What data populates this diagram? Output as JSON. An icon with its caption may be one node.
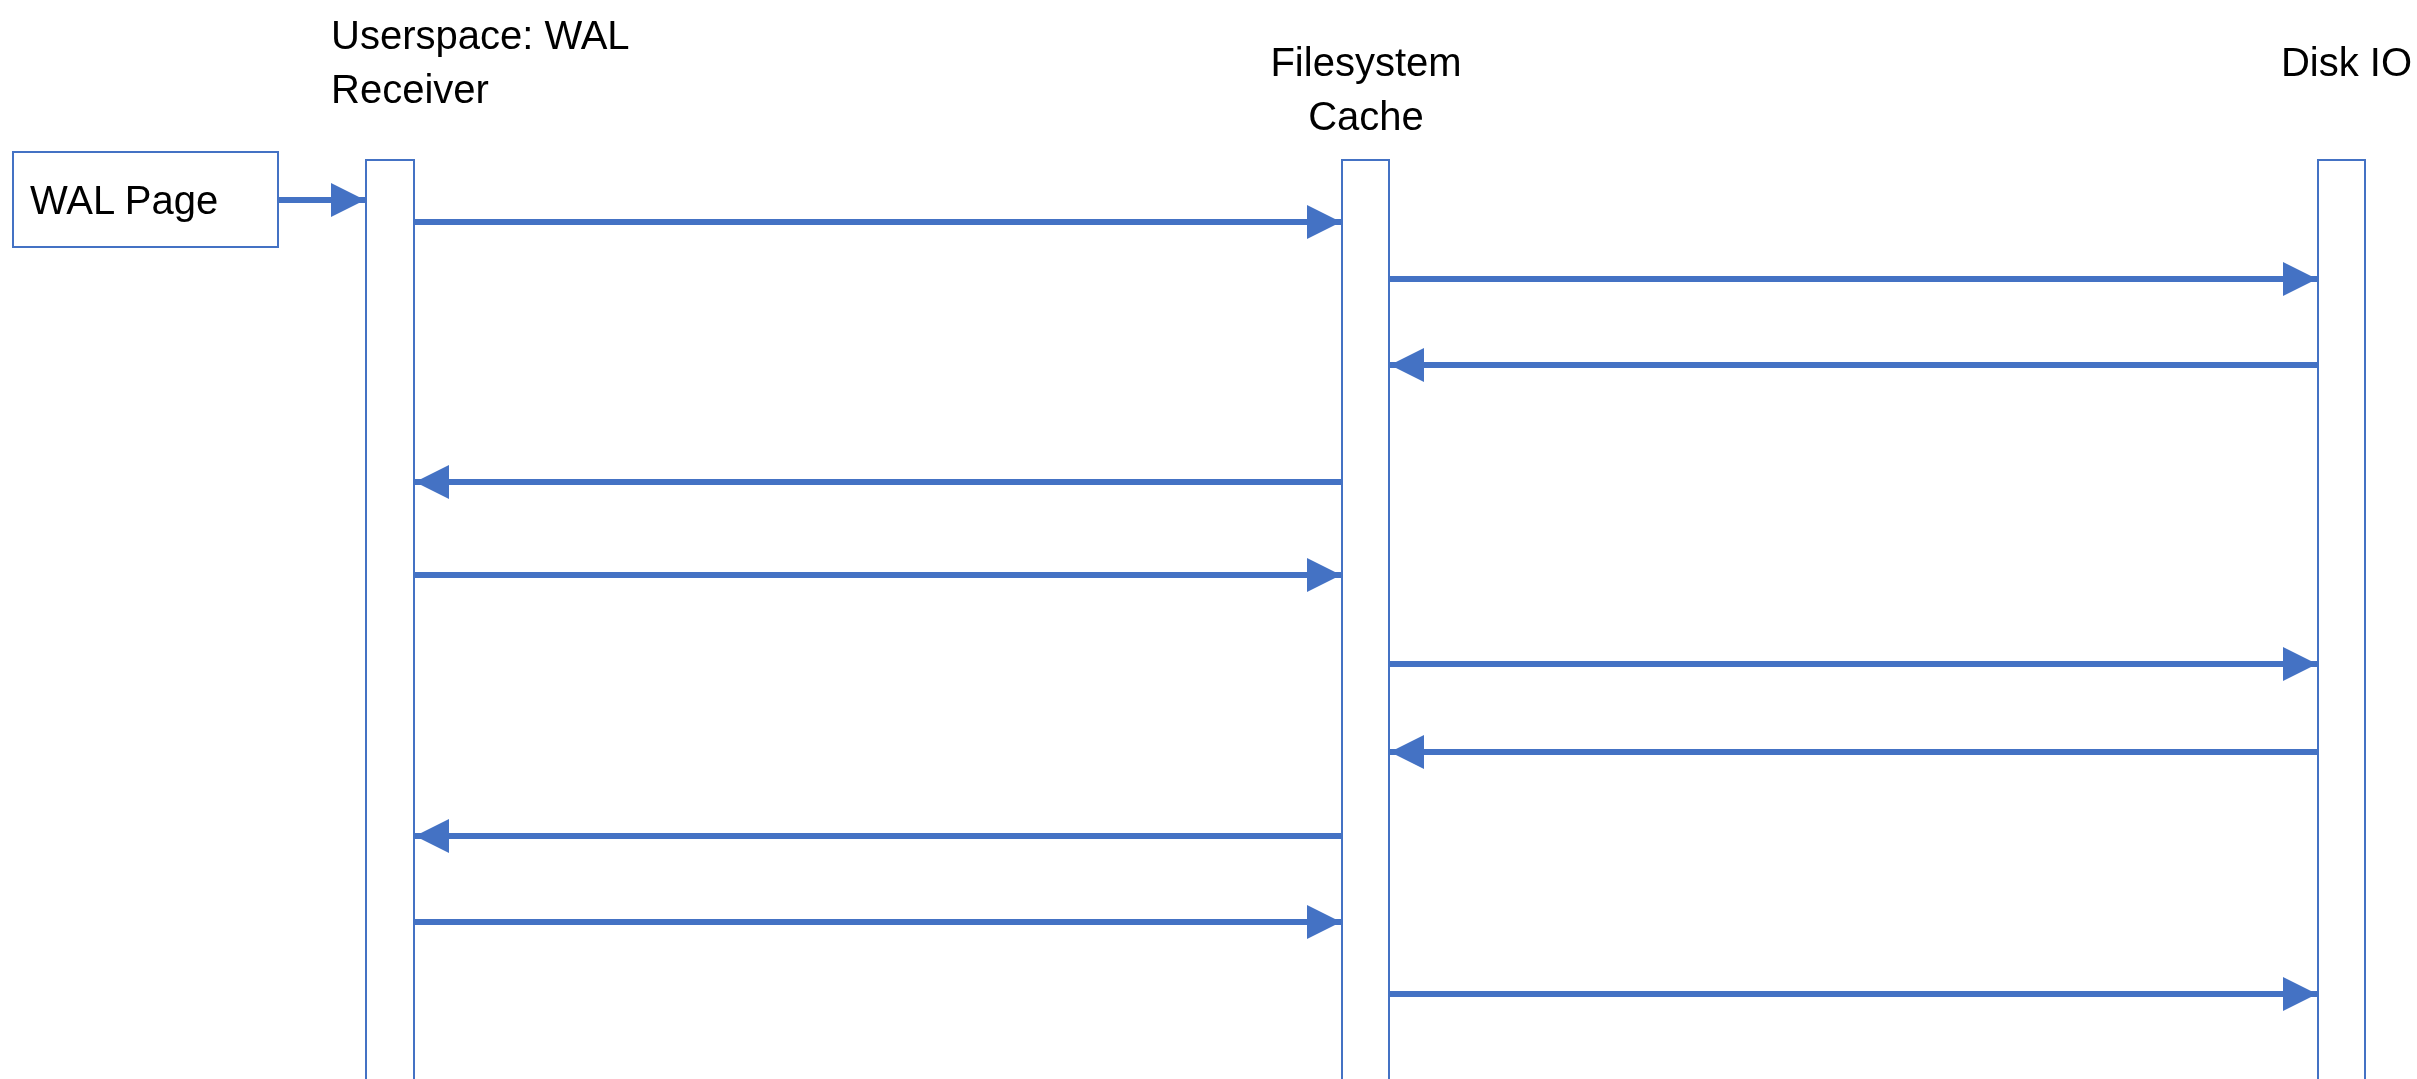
{
  "diagram": {
    "nodes": [
      {
        "text": [
          "WAL Page"
        ]
      },
      {
        "text": [
          "Userspace: WAL Receiver"
        ]
      },
      {
        "text": [
          "Filesystem Cache"
        ]
      },
      {
        "text": [
          "Disk IO"
        ]
      }
    ],
    "edges": [
      {
        "from": 0,
        "to": 1,
        "arrow": "to"
      },
      {
        "from": 1,
        "to": 2,
        "arrow": "to"
      },
      {
        "from": 2,
        "to": 3,
        "arrow": "to"
      },
      {
        "from": 3,
        "to": 2,
        "arrow": "to"
      },
      {
        "from": 2,
        "to": 1,
        "arrow": "to"
      },
      {
        "from": 1,
        "to": 2,
        "arrow": "to"
      },
      {
        "from": 2,
        "to": 3,
        "arrow": "to"
      },
      {
        "from": 3,
        "to": 2,
        "arrow": "to"
      },
      {
        "from": 2,
        "to": 1,
        "arrow": "to"
      },
      {
        "from": 1,
        "to": 2,
        "arrow": "to"
      },
      {
        "from": 2,
        "to": 3,
        "arrow": "to"
      }
    ]
  }
}
